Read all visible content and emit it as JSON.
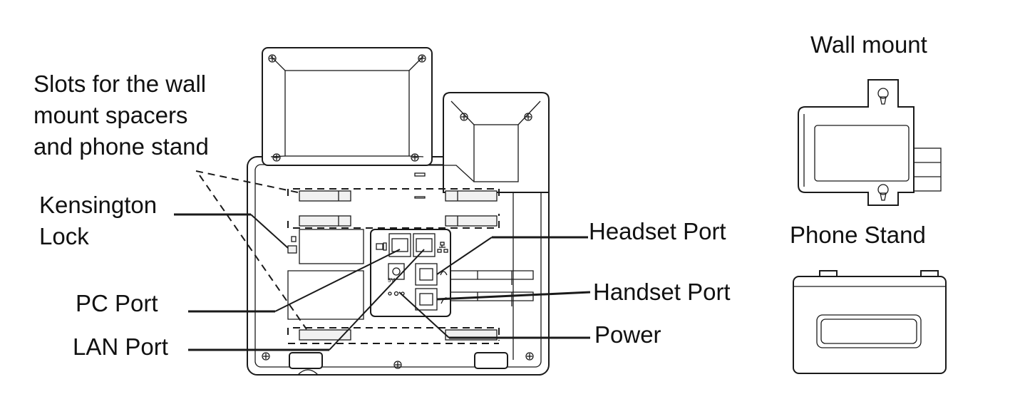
{
  "labels": {
    "slots_line1": "Slots for the  wall",
    "slots_line2": "mount spacers",
    "slots_line3": "and phone stand",
    "kensington_line1": "Kensington",
    "kensington_line2": "Lock",
    "pc_port": "PC Port",
    "lan_port": "LAN Port",
    "headset_port": "Headset Port",
    "handset_port": "Handset Port",
    "power": "Power",
    "wall_mount": "Wall mount",
    "phone_stand": "Phone Stand"
  },
  "port_marks": {
    "dc_voltage": "5V"
  },
  "icons": [
    "phone-body",
    "pc-icon",
    "network-icon",
    "headset-icon",
    "handset-icon",
    "lock-icon",
    "keyhole-icon",
    "screw-icon"
  ],
  "colors": {
    "line": "#1a1a1a",
    "background": "#ffffff"
  }
}
